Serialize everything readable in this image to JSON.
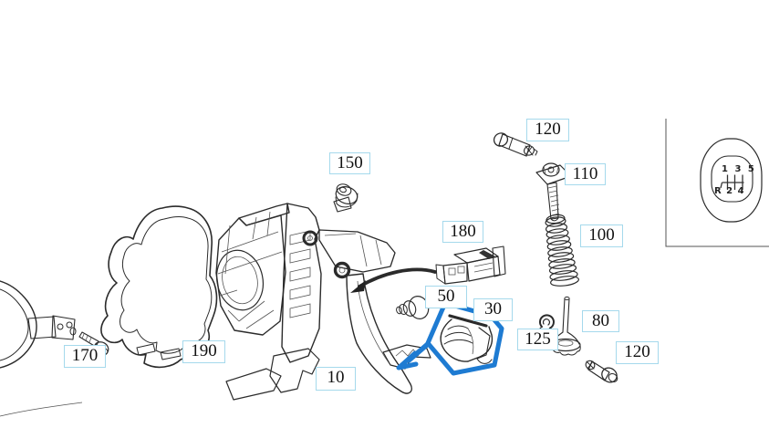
{
  "part_labels": {
    "n150": "150",
    "n120_top": "120",
    "n110": "110",
    "n100": "100",
    "n180": "180",
    "n50": "50",
    "n30": "30",
    "n80": "80",
    "n125": "125",
    "n120_bottom": "120",
    "n170": "170",
    "n190": "190",
    "n10": "10"
  },
  "shift_pattern": {
    "top_row": "1 3 5",
    "bottom_row": "R 2 4"
  },
  "colors": {
    "highlight": "#1e7bd2",
    "labelborder": "#a5d9ec",
    "lineart": "#2b2b2b"
  }
}
